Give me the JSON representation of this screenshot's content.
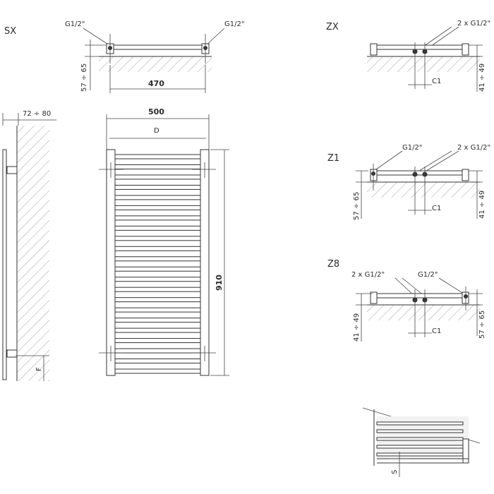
{
  "views": {
    "sx": {
      "code": "SX",
      "conn_left": "G1/2\"",
      "conn_right": "G1/2\"",
      "offset": "57 ÷ 65",
      "spacing": "470"
    },
    "zx": {
      "code": "ZX",
      "conn": "2 x G1/2\"",
      "depth": "41 ÷ 49",
      "c1": "C1"
    },
    "z1": {
      "code": "Z1",
      "conn_left": "G1/2\"",
      "conn_right": "2 x G1/2\"",
      "offset": "57 ÷ 65",
      "depth": "41 ÷ 49",
      "c1": "C1"
    },
    "z8": {
      "code": "Z8",
      "conn_left": "2 x G1/2\"",
      "conn_right": "G1/2\"",
      "depth": "41 ÷ 49",
      "offset": "57 ÷ 65",
      "c1": "C1"
    }
  },
  "side_view": {
    "wall_gap": "72 ÷ 80",
    "f": "F"
  },
  "front_view": {
    "width": "500",
    "d": "D",
    "height": "910"
  },
  "detail_view": {
    "s": "S"
  }
}
